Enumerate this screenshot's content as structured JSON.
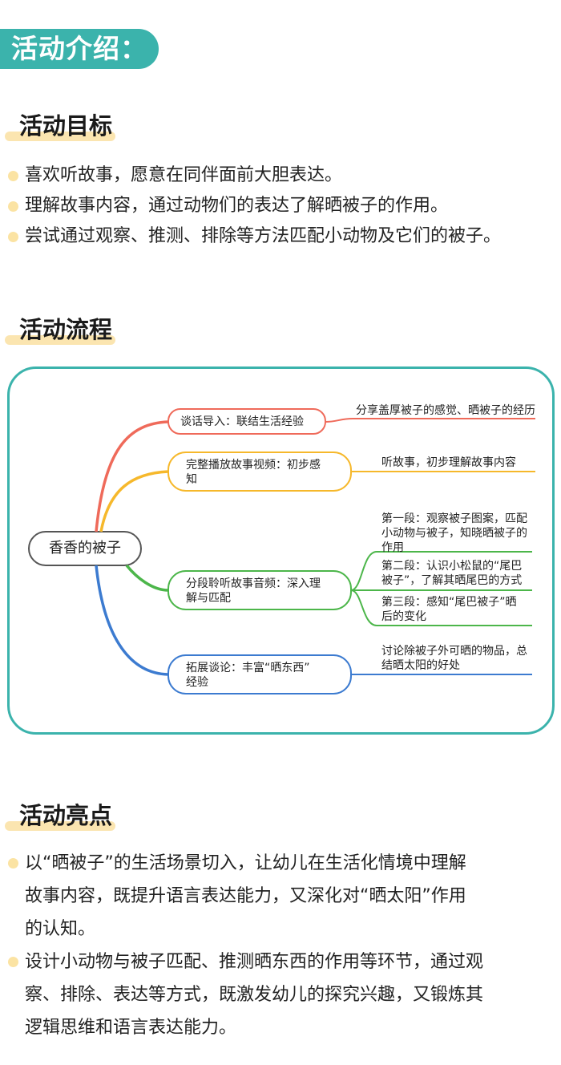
{
  "banner": {
    "title": "活动介绍："
  },
  "sections": {
    "goals": {
      "title": "活动目标",
      "items": [
        "喜欢听故事，愿意在同伴面前大胆表达。",
        "理解故事内容，通过动物们的表达了解晒被子的作用。",
        "尝试通过观察、推测、排除等方法匹配小动物及它们的被子。"
      ]
    },
    "flow": {
      "title": "活动流程"
    },
    "highlights": {
      "title": "活动亮点",
      "items": [
        [
          "以“晒被子”的生活场景切入，让幼儿在生活化情境中理解",
          "故事内容，既提升语言表达能力，又深化对“晒太阳”作用",
          "的认知。"
        ],
        [
          "设计小动物与被子匹配、推测晒东西的作用等环节，通过观",
          "察、排除、表达等方式，既激发幼儿的探究兴趣，又锻炼其",
          "逻辑思维和语言表达能力。"
        ]
      ]
    }
  },
  "mindmap": {
    "root": "香香的被子",
    "branches": [
      {
        "lines": [
          "谈话导入：联结生活经验"
        ],
        "color": "#ef6a5a",
        "details": [
          {
            "lines": [
              "分享盖厚被子的感觉、晒被子的经历"
            ]
          }
        ]
      },
      {
        "lines": [
          "完整播放故事视频：初步感",
          "知"
        ],
        "color": "#f6b82b",
        "details": [
          {
            "lines": [
              "听故事，初步理解故事内容"
            ]
          }
        ]
      },
      {
        "lines": [
          "分段聆听故事音频：深入理",
          "解与匹配"
        ],
        "color": "#4cb64a",
        "details": [
          {
            "lines": [
              "第一段：观察被子图案，匹配",
              "小动物与被子，知晓晒被子的",
              "作用"
            ]
          },
          {
            "lines": [
              "第二段：认识小松鼠的“尾巴",
              "被子”，了解其晒尾巴的方式"
            ]
          },
          {
            "lines": [
              "第三段：感知“尾巴被子”晒",
              "后的变化"
            ]
          }
        ]
      },
      {
        "lines": [
          "拓展谈论：丰富“晒东西”",
          "经验"
        ],
        "color": "#3c7bd0",
        "details": [
          {
            "lines": [
              "讨论除被子外可晒的物品，总",
              "结晒太阳的好处"
            ]
          }
        ]
      }
    ]
  }
}
